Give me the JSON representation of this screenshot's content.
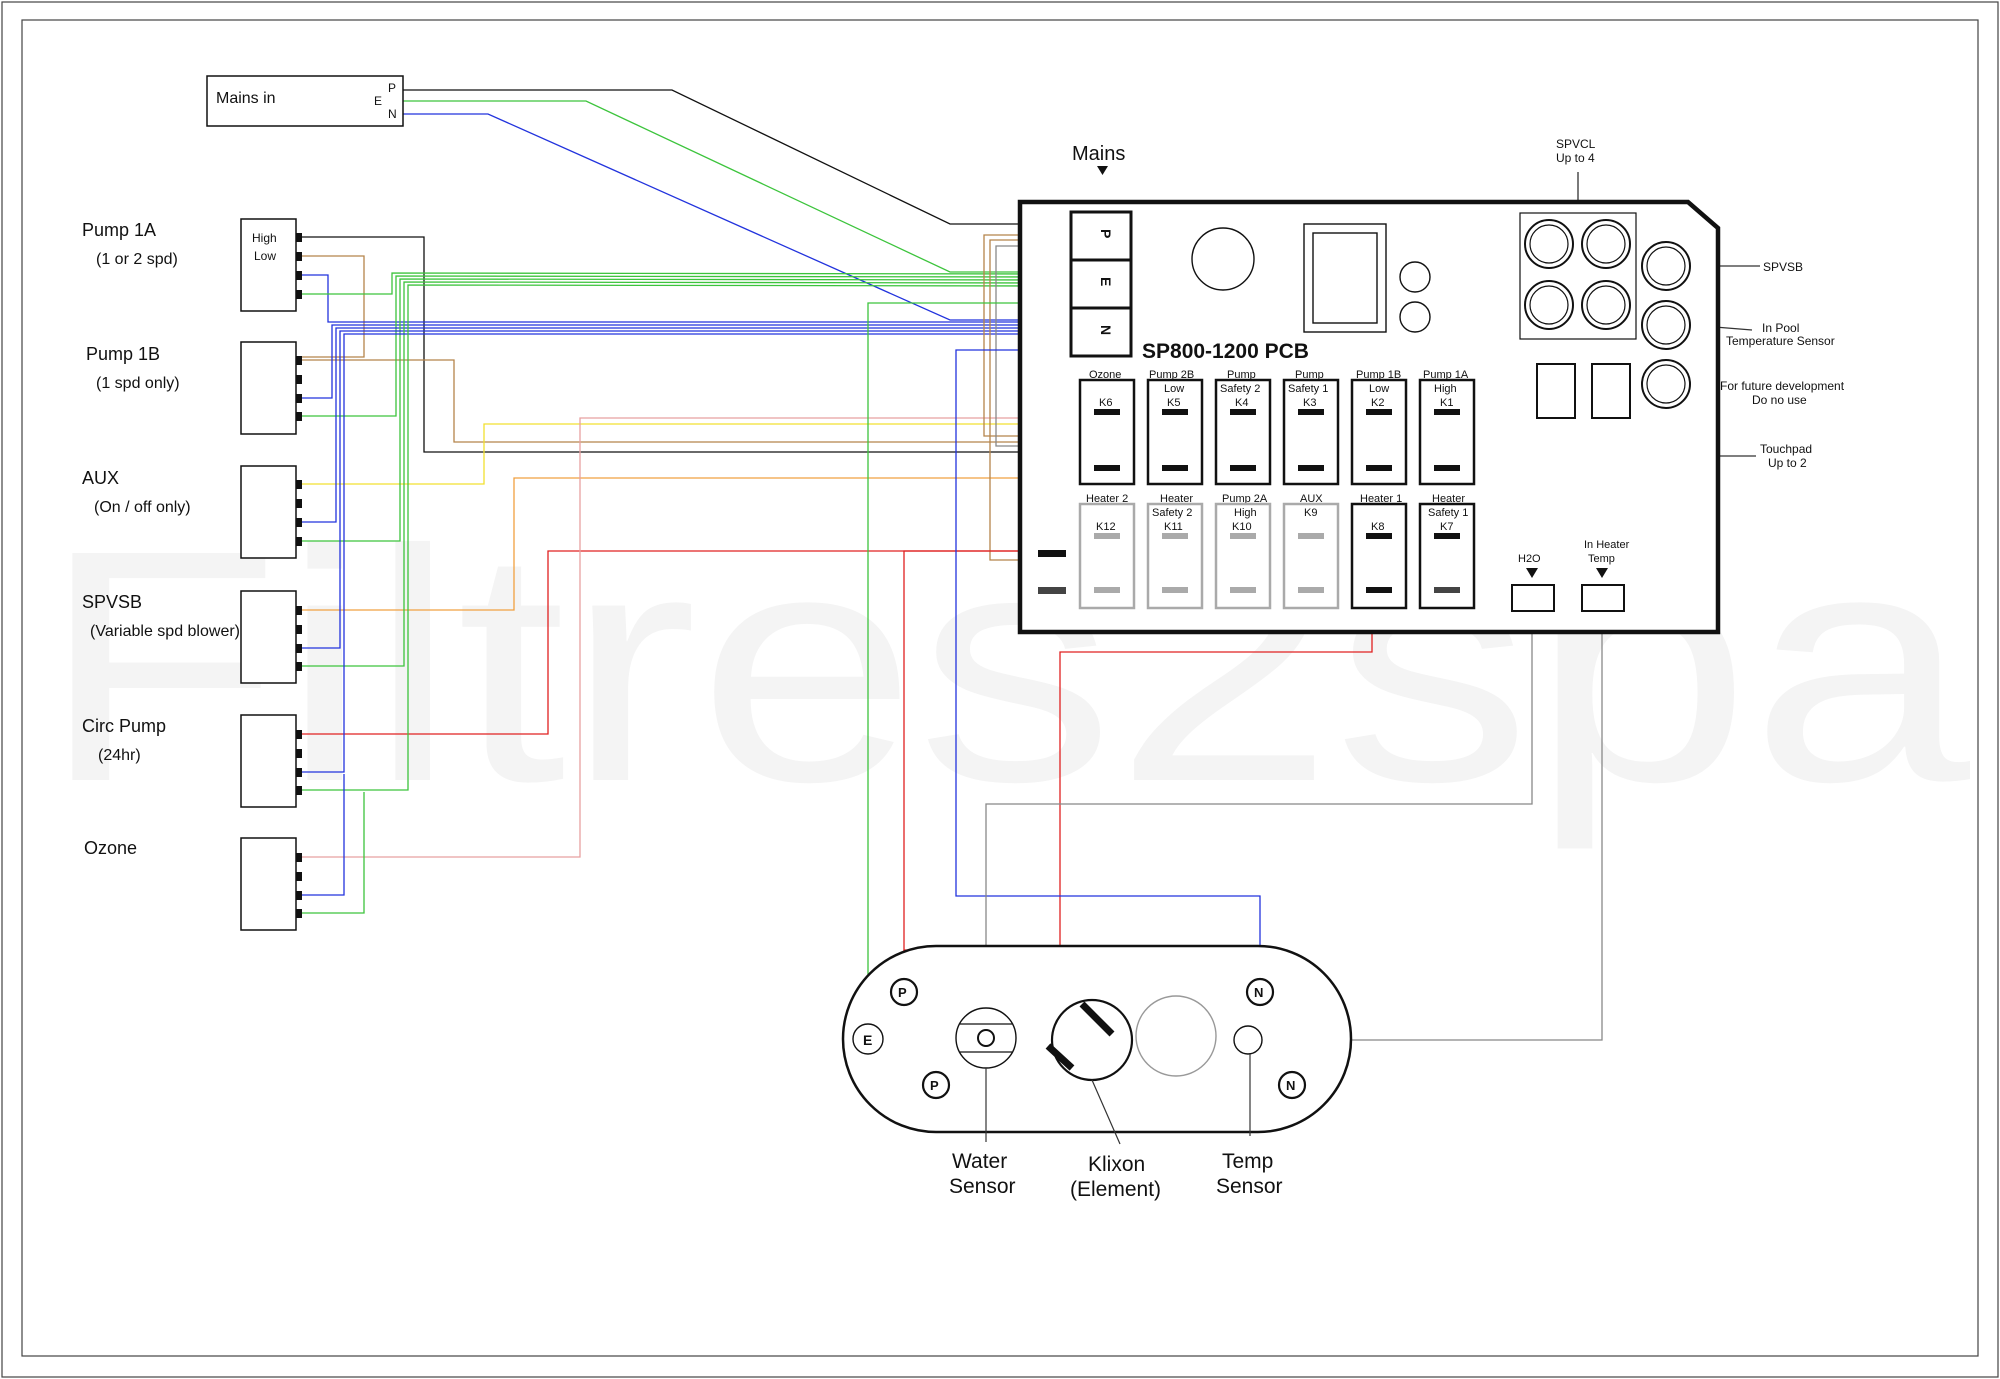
{
  "colors": {
    "phase": "#111111",
    "earth": "#3cc43c",
    "neutral": "#2233dd",
    "brown": "#b5844a",
    "yellow": "#f2e030",
    "orange": "#f0a040",
    "red": "#e02020",
    "pink": "#e8a0a0",
    "grey": "#888888"
  },
  "mains_in": {
    "label": "Mains in",
    "terminals": [
      "P",
      "E",
      "N"
    ]
  },
  "pcb": {
    "title": "SP800-1200 PCB",
    "mains_label": "Mains",
    "mains_terminals": [
      "P",
      "E",
      "N"
    ],
    "spvcl_label": [
      "SPVCL",
      "Up to 4"
    ],
    "port_labels": {
      "spvsb": "SPVSB",
      "in_pool": [
        "In Pool",
        "Temperature Sensor"
      ],
      "future": [
        "For future development",
        "Do no use"
      ],
      "touchpad": [
        "Touchpad",
        "Up to 2"
      ]
    },
    "relays_top": [
      {
        "top": "Ozone",
        "mid": "",
        "k": "K6"
      },
      {
        "top": "Pump 2B",
        "mid": "Low",
        "k": "K5"
      },
      {
        "top": "Pump",
        "mid": "Safety 2",
        "k": "K4"
      },
      {
        "top": "Pump",
        "mid": "Safety 1",
        "k": "K3"
      },
      {
        "top": "Pump 1B",
        "mid": "Low",
        "k": "K2"
      },
      {
        "top": "Pump 1A",
        "mid": "High",
        "k": "K1"
      }
    ],
    "relays_bottom": [
      {
        "top": "Heater 2",
        "mid": "",
        "k": "K12"
      },
      {
        "top": "Heater",
        "mid": "Safety 2",
        "k": "K11"
      },
      {
        "top": "Pump 2A",
        "mid": "High",
        "k": "K10"
      },
      {
        "top": "AUX",
        "mid": "",
        "k": "K9"
      },
      {
        "top": "Heater 1",
        "mid": "",
        "k": "K8"
      },
      {
        "top": "Heater",
        "mid": "Safety 1",
        "k": "K7"
      }
    ],
    "h2o_label": "H2O",
    "heater_temp_label": [
      "In Heater",
      "Temp"
    ]
  },
  "devices": [
    {
      "name": "Pump 1A",
      "note": "(1 or 2 spd)",
      "box_labels": [
        "High",
        "Low"
      ]
    },
    {
      "name": "Pump 1B",
      "note": "(1 spd only)",
      "box_labels": []
    },
    {
      "name": "AUX",
      "note": "(On / off only)",
      "box_labels": []
    },
    {
      "name": "SPVSB",
      "note": "(Variable spd blower)",
      "box_labels": []
    },
    {
      "name": "Circ Pump",
      "note": "(24hr)",
      "box_labels": []
    },
    {
      "name": "Ozone",
      "note": "",
      "box_labels": []
    }
  ],
  "heater": {
    "terminals": {
      "p1": "P",
      "p2": "P",
      "e": "E",
      "n1": "N",
      "n2": "N"
    },
    "water_sensor": [
      "Water",
      "Sensor"
    ],
    "klixon": [
      "Klixon",
      "(Element)"
    ],
    "temp_sensor": [
      "Temp",
      "Sensor"
    ]
  },
  "watermark": "Filtres2spa"
}
